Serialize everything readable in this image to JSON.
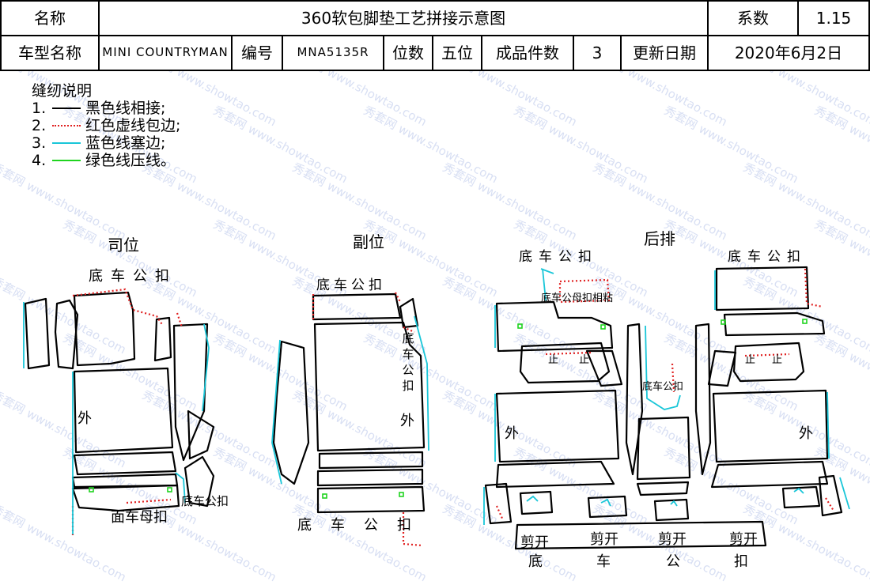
{
  "header": {
    "name_label": "名称",
    "title": "360软包脚垫工艺拼接示意图",
    "coef_label": "系数",
    "coef_value": "1.15",
    "model_label": "车型名称",
    "model_value": "MINI COUNTRYMAN",
    "code_label": "编号",
    "code_value": "MNA5135R",
    "seat_label": "位数",
    "seat_value": "五位",
    "count_label": "成品件数",
    "count_value": "3",
    "date_label": "更新日期",
    "date_value": "2020年6月2日"
  },
  "legend": {
    "title": "缝纫说明",
    "items": [
      {
        "num": "1.",
        "text": "黑色线相接;",
        "color": "#000000",
        "style": "solid"
      },
      {
        "num": "2.",
        "text": "红色虚线包边;",
        "color": "#e02020",
        "style": "dotted"
      },
      {
        "num": "3.",
        "text": "蓝色线塞边;",
        "color": "#19c6d8",
        "style": "solid"
      },
      {
        "num": "4.",
        "text": "绿色线压线。",
        "color": "#1fd41f",
        "style": "solid"
      }
    ]
  },
  "sections": {
    "driver": "司位",
    "passenger": "副位",
    "rear": "后排"
  },
  "labels": {
    "clip": "底车公扣",
    "outer": "外",
    "female_clip": "面车母扣",
    "clip_bond": "底车公母扣相粘",
    "stop": "止",
    "cut": "剪开",
    "bottom_di": "底",
    "bottom_che": "车",
    "bottom_gong": "公",
    "bottom_kou": "扣"
  },
  "watermark": "秀套网 www.showtao.com"
}
